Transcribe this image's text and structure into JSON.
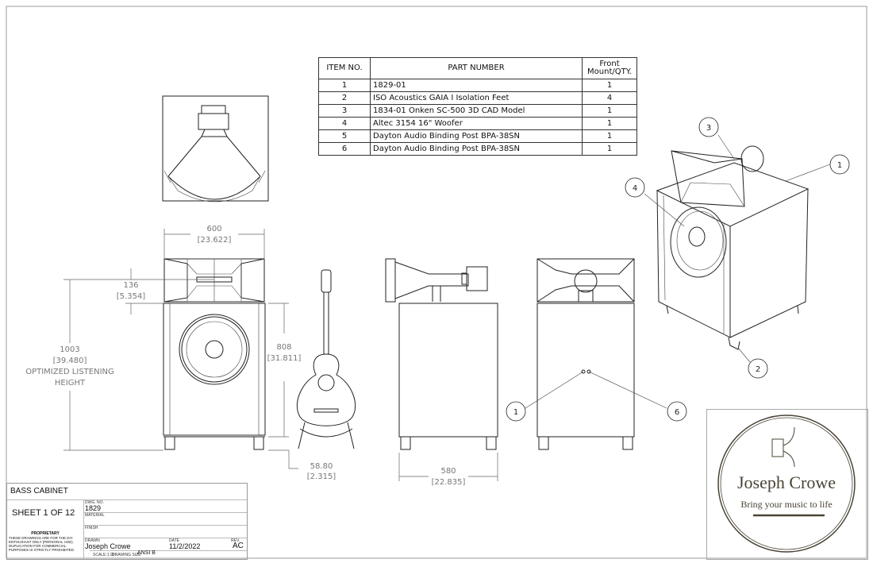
{
  "bom": {
    "headers": [
      "ITEM NO.",
      "PART NUMBER",
      "Front Mount/QTY."
    ],
    "rows": [
      {
        "item": "1",
        "part": "1829-01",
        "qty": "1"
      },
      {
        "item": "2",
        "part": "ISO Acoustics GAIA I Isolation Feet",
        "qty": "4"
      },
      {
        "item": "3",
        "part": "1834-01 Onken SC-500 3D CAD Model",
        "qty": "1"
      },
      {
        "item": "4",
        "part": "Altec 3154 16\" Woofer",
        "qty": "1"
      },
      {
        "item": "5",
        "part": "Dayton Audio Binding Post BPA-38SN",
        "qty": "1"
      },
      {
        "item": "6",
        "part": "Dayton Audio Binding Post BPA-38SN",
        "qty": "1"
      }
    ]
  },
  "dimensions": {
    "width_mm": "600",
    "width_in": "[23.622]",
    "horn_offset_mm": "136",
    "horn_offset_in": "[5.354]",
    "listening_mm": "1003",
    "listening_in": "[39.480]",
    "listening_label_1": "OPTIMIZED LISTENING",
    "listening_label_2": "HEIGHT",
    "cabinet_height_mm": "808",
    "cabinet_height_in": "[31.811]",
    "feet_mm": "58.80",
    "feet_in": "[2.315]",
    "depth_mm": "580",
    "depth_in": "[22.835]"
  },
  "balloons": {
    "iso_3": "3",
    "iso_1": "1",
    "iso_4": "4",
    "iso_2": "2",
    "rear_1": "1",
    "rear_6": "6"
  },
  "title_block": {
    "title": "BASS CABINET",
    "sheet": "SHEET 1 OF 12",
    "dwg_no_label": "DWG. NO.",
    "dwg_no": "1829",
    "material_label": "MATERIAL",
    "finish_label": "FINISH",
    "proprietary_title": "PROPRIETARY",
    "proprietary_text": "THESE DRAWINGS ARE FOR THE DIY ENTHUSIAST ONLY (PERSONAL USE). DUPLICATION FOR COMMERCIAL PURPOSES IS STRICTLY PROHIBITED.",
    "drawn_label": "DRAWN",
    "drawn_by": "Joseph Crowe",
    "date_label": "DATE",
    "date": "11/2/2022",
    "rev_label": "REV.",
    "rev": "AC",
    "scale": "SCALE:1:20",
    "size_label": "DRAWING SIZE",
    "size": "ANSI B"
  },
  "logo": {
    "name": "Joseph Crowe",
    "tagline": "Bring your music to life",
    "color": "#4a4436"
  }
}
